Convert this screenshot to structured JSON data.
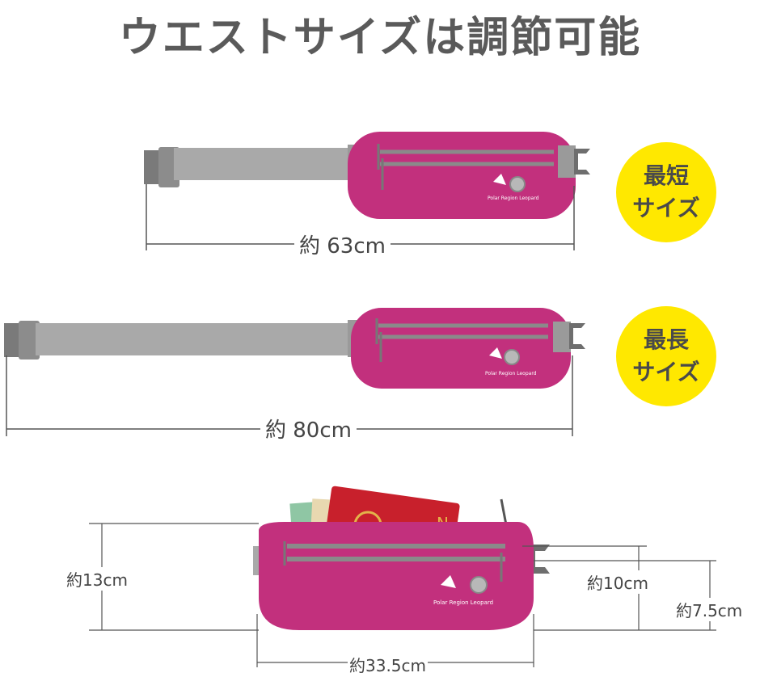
{
  "title": "ウエストサイズは調節可能",
  "badges": {
    "shortest": {
      "line1": "最短",
      "line2": "サイズ"
    },
    "longest": {
      "line1": "最長",
      "line2": "サイズ"
    }
  },
  "measurements": {
    "min_length": "約 63cm",
    "max_length": "約 80cm",
    "height_13": "約13cm",
    "height_10": "約10cm",
    "height_7_5": "約7.5cm",
    "width_33_5": "約33.5cm"
  },
  "product": {
    "brand": "Polar Region Leopard",
    "colors": {
      "pouch": "#c4307f",
      "strap": "#a8a8a8",
      "buckle": "#6e6e6e",
      "badge": "#ffe800"
    }
  }
}
